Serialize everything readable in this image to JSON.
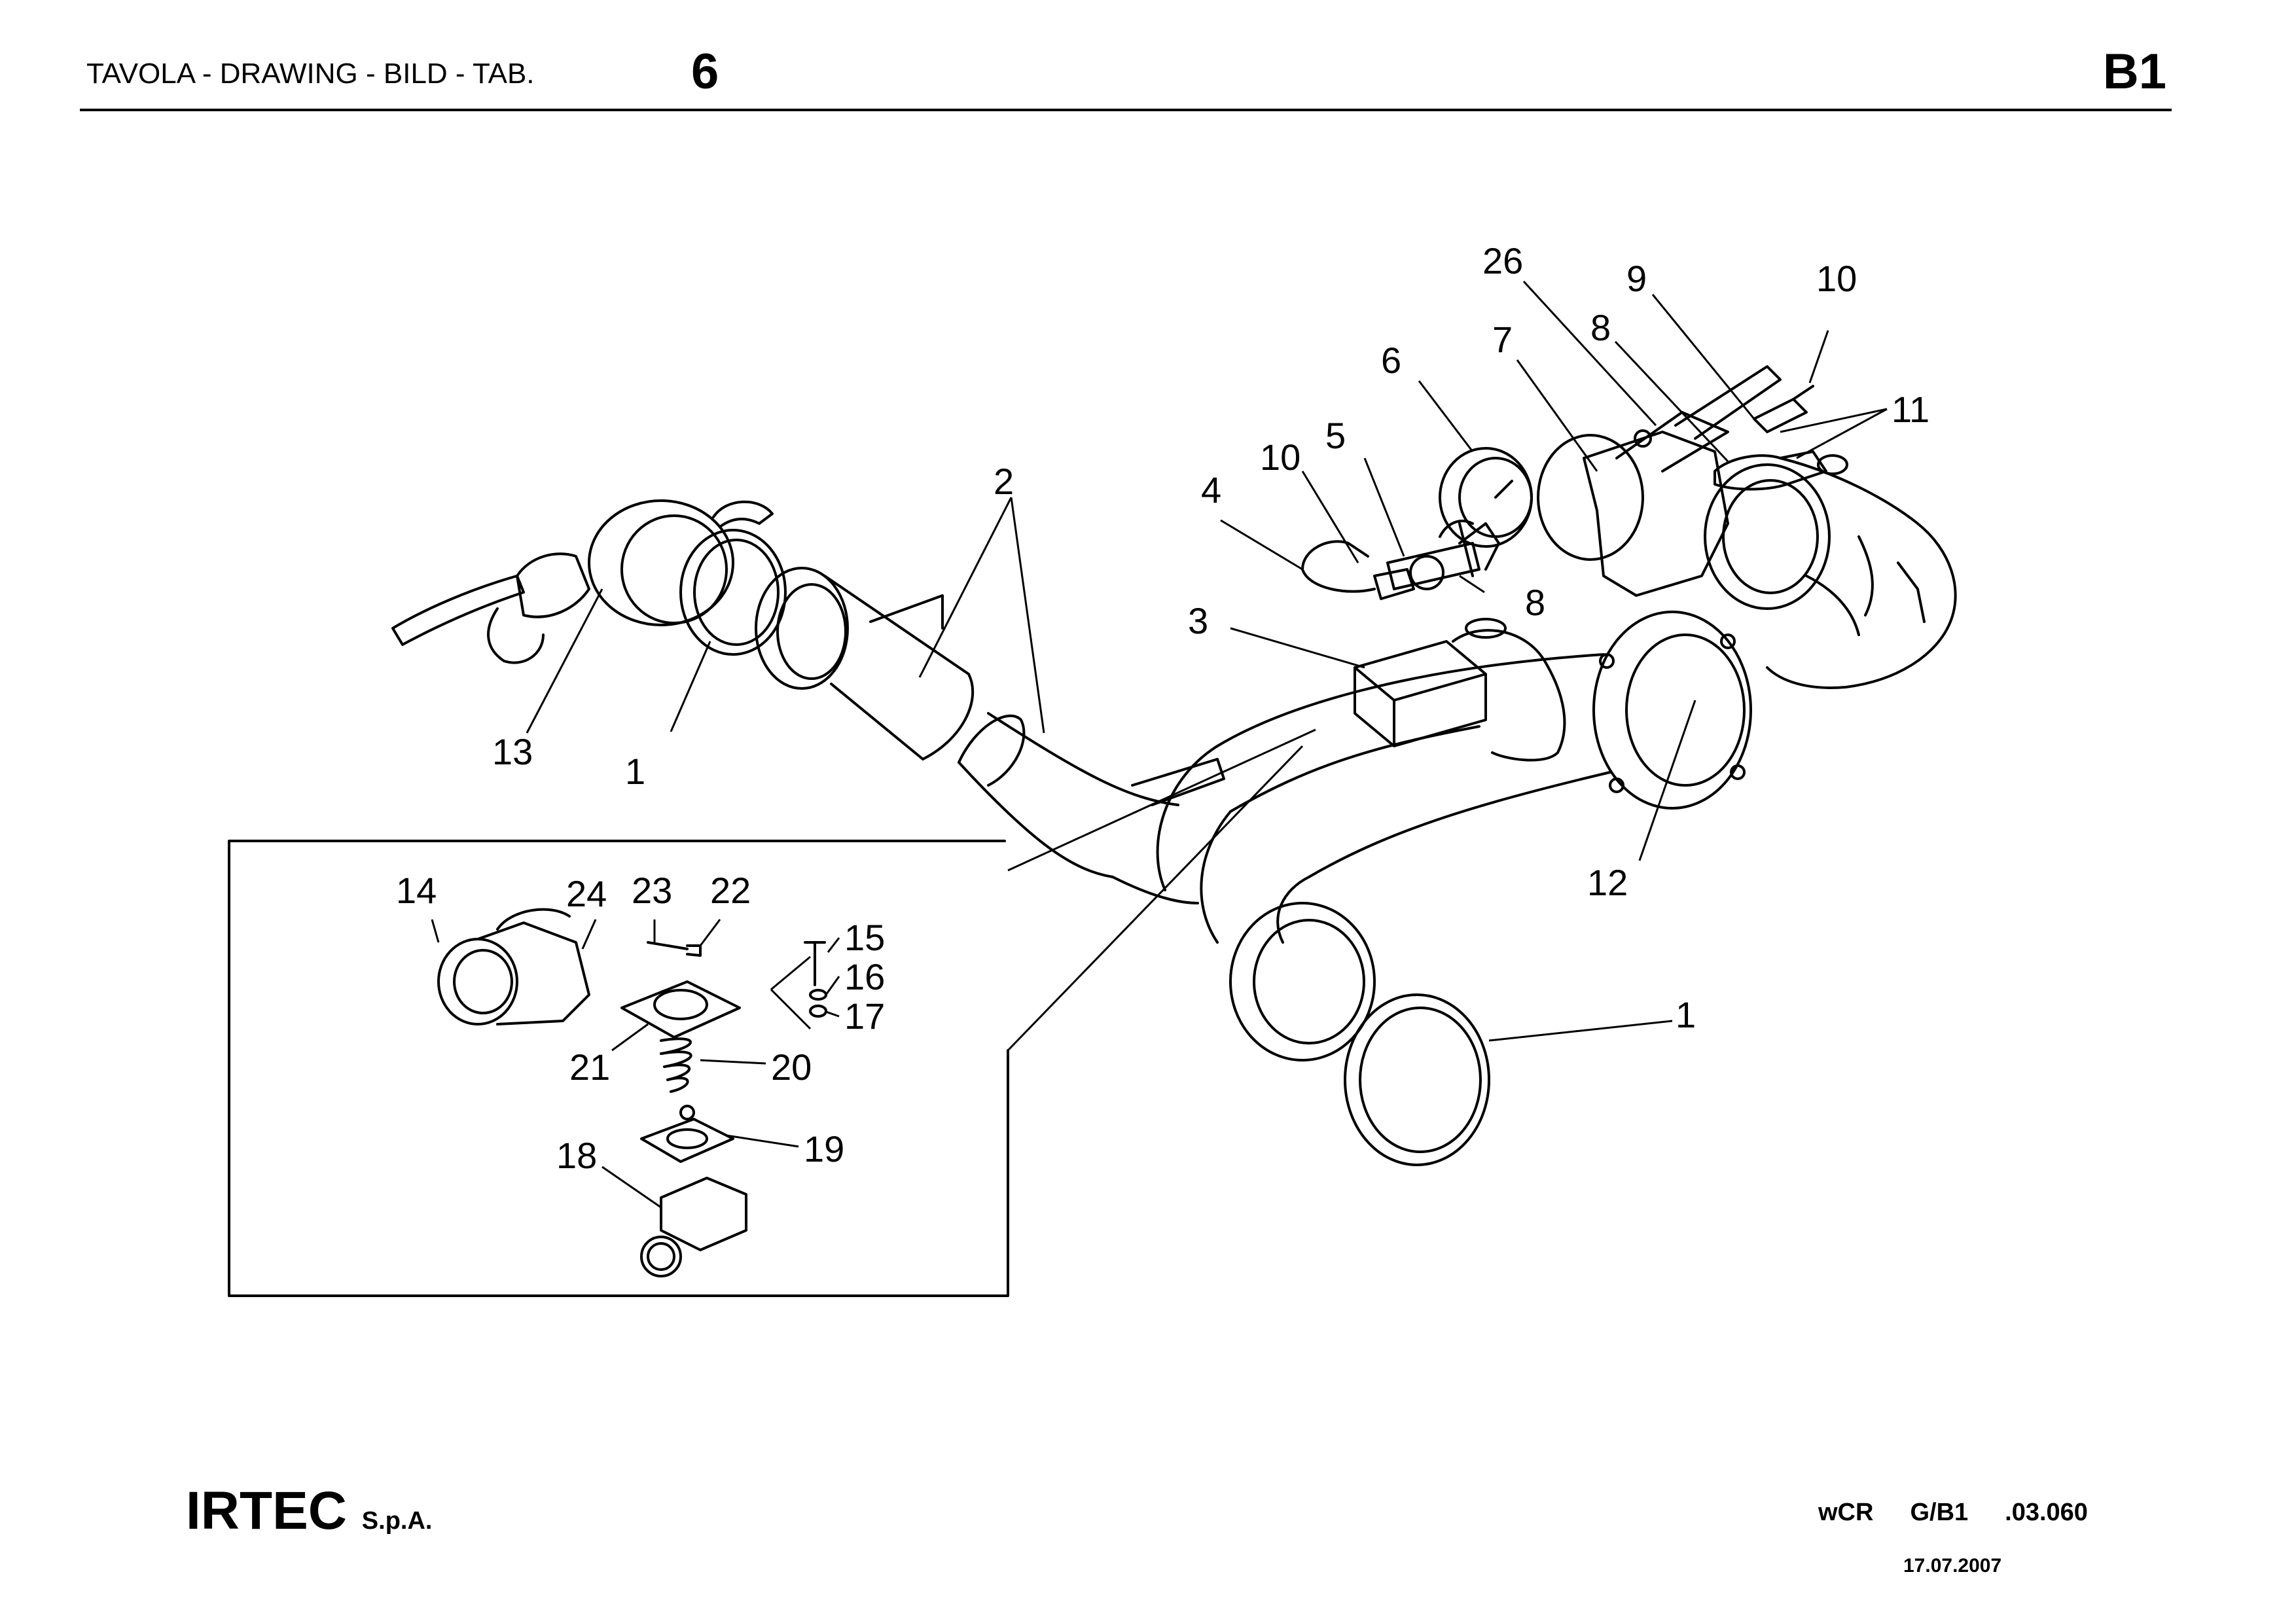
{
  "header": {
    "label": "TAVOLA - DRAWING - BILD - TAB.",
    "table_number": "6",
    "group_code": "B1"
  },
  "footer": {
    "company": "IRTEC",
    "company_suffix": "S.p.A.",
    "codes": [
      "wCR",
      "G/B1",
      ".03.060"
    ],
    "date": "17.07.2007"
  },
  "callouts": {
    "c1a": "1",
    "c1b": "1",
    "c2": "2",
    "c3": "3",
    "c4": "4",
    "c5": "5",
    "c6": "6",
    "c7": "7",
    "c8a": "8",
    "c8b": "8",
    "c9": "9",
    "c10a": "10",
    "c10b": "10",
    "c11": "11",
    "c12": "12",
    "c13": "13",
    "c14": "14",
    "c15": "15",
    "c16": "16",
    "c17": "17",
    "c18": "18",
    "c19": "19",
    "c20": "20",
    "c21": "21",
    "c22": "22",
    "c23": "23",
    "c24": "24",
    "c26": "26"
  }
}
